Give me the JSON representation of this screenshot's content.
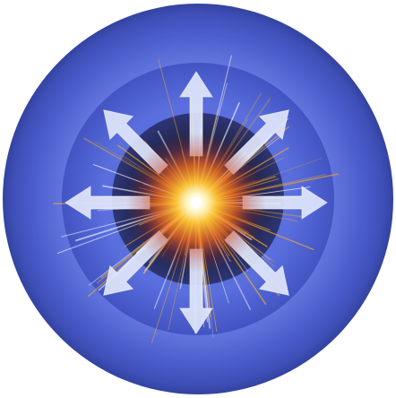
{
  "illustration": {
    "subject": "expansion-burst-illustration",
    "ring_count": 3,
    "arrow_count": 8,
    "colors": {
      "outer_ring": "#4a5bc8",
      "middle_ring": "#5b6fdc",
      "inner_ring": "#4d5fd0",
      "core_sphere": "#23264e",
      "burst_center": "#ffffff",
      "burst_mid": "#ffcc33",
      "burst_outer": "#f26a1b",
      "ray_color": "#ffb020",
      "arrow_fill": "#dfe6fb",
      "background": "#ffffff"
    }
  }
}
